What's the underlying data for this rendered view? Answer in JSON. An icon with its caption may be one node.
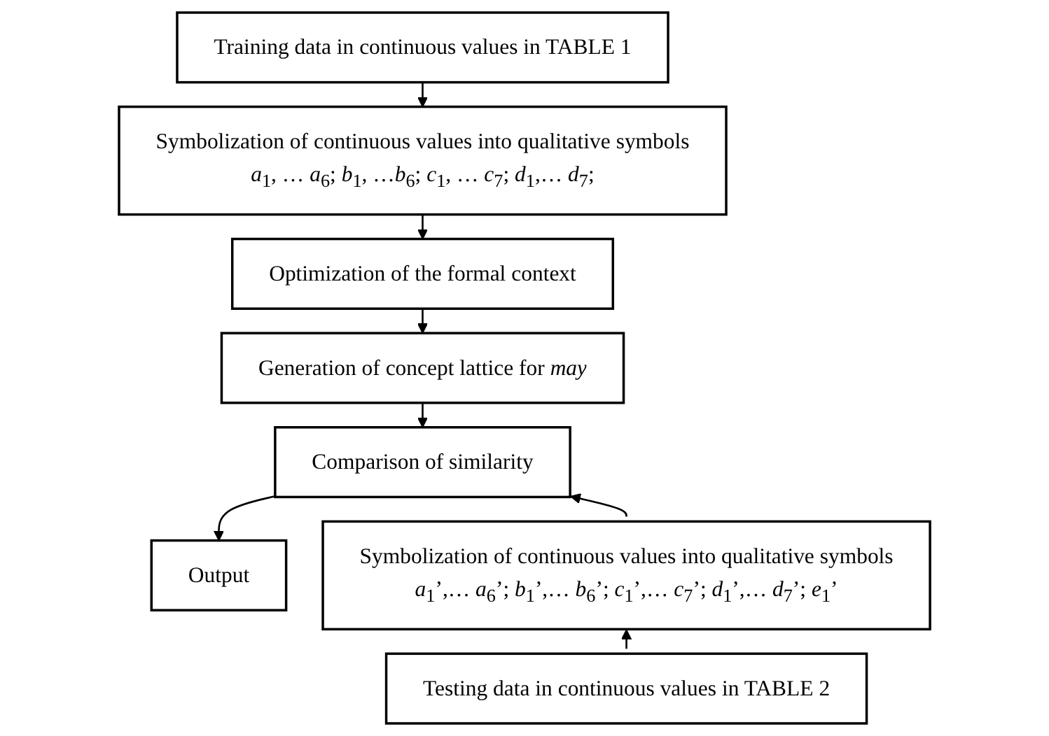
{
  "diagram": {
    "nodes": [
      {
        "text": [
          "Training data in continuous values in TABLE 1"
        ]
      },
      {
        "text": [
          "Symbolization of continuous values into qualitative symbols",
          "*a*$_{1}$, … *a*$_{6}$; *b*$_{1}$, …*b*$_{6}$; *c*$_{1}$, … *c*$_{7}$; *d*$_{1}$,… *d*$_{7}$;"
        ]
      },
      {
        "text": [
          "Optimization of the formal context"
        ]
      },
      {
        "text": [
          "Generation of concept lattice for *may*"
        ]
      },
      {
        "text": [
          "Comparison of similarity"
        ]
      },
      {
        "text": [
          "Output"
        ]
      },
      {
        "text": [
          "Symbolization of continuous values into qualitative symbols",
          "*a*$_{1}$’,… *a*$_{6}$’; *b*$_{1}$’,… *b*$_{6}$’; *c*$_{1}$’,… *c*$_{7}$’; *d*$_{1}$’,… *d*$_{7}$’; *e*$_{1}$’"
        ]
      },
      {
        "text": [
          "Testing data in continuous values in TABLE 2"
        ]
      }
    ],
    "edges": [
      {
        "from": 0,
        "to": 1,
        "arrow": "to"
      },
      {
        "from": 1,
        "to": 2,
        "arrow": "to"
      },
      {
        "from": 2,
        "to": 3,
        "arrow": "to"
      },
      {
        "from": 3,
        "to": 4,
        "arrow": "to"
      },
      {
        "from": 4,
        "to": 5,
        "arrow": "to"
      },
      {
        "from": 6,
        "to": 4,
        "arrow": "to"
      },
      {
        "from": 7,
        "to": 6,
        "arrow": "to"
      }
    ]
  }
}
